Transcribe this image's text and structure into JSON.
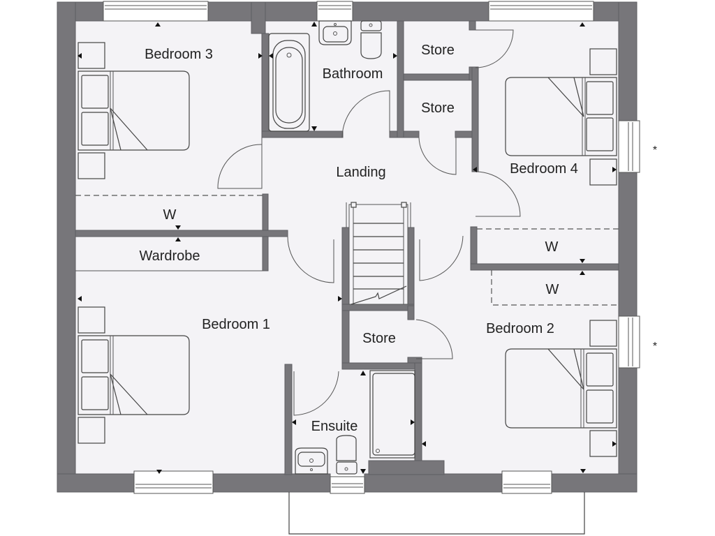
{
  "plan": {
    "colors": {
      "wall": "#77767a",
      "floor": "#f4f3f6",
      "line": "#444444",
      "background": "#ffffff"
    },
    "rooms": [
      {
        "id": "bedroom-3",
        "label": "Bedroom 3"
      },
      {
        "id": "bathroom",
        "label": "Bathroom"
      },
      {
        "id": "store-1",
        "label": "Store"
      },
      {
        "id": "store-2",
        "label": "Store"
      },
      {
        "id": "bedroom-4",
        "label": "Bedroom 4"
      },
      {
        "id": "landing",
        "label": "Landing"
      },
      {
        "id": "wardrobe-w-1",
        "label": "W"
      },
      {
        "id": "wardrobe",
        "label": "Wardrobe"
      },
      {
        "id": "wardrobe-w-2",
        "label": "W"
      },
      {
        "id": "wardrobe-w-3",
        "label": "W"
      },
      {
        "id": "bedroom-1",
        "label": "Bedroom 1"
      },
      {
        "id": "store-3",
        "label": "Store"
      },
      {
        "id": "bedroom-2",
        "label": "Bedroom 2"
      },
      {
        "id": "ensuite",
        "label": "Ensuite"
      }
    ],
    "annotations": [
      {
        "id": "asterisk-1",
        "text": "*"
      },
      {
        "id": "asterisk-2",
        "text": "*"
      }
    ]
  }
}
